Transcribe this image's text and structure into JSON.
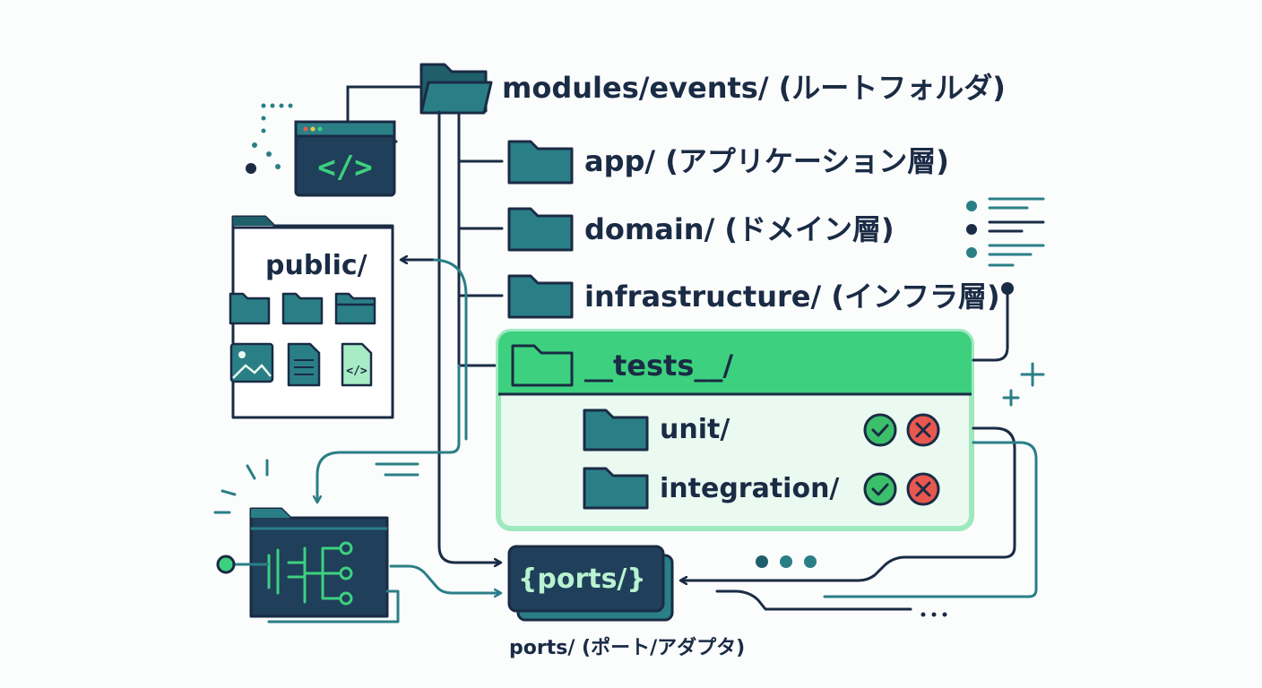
{
  "tree": {
    "root": "modules/events/ (ルートフォルダ)",
    "children": [
      "app/ (アプリケーション層)",
      "domain/ (ドメイン層)",
      "infrastructure/ (インフラ層)"
    ],
    "tests": {
      "label": "__tests__/",
      "children": [
        "unit/",
        "integration/"
      ]
    }
  },
  "public_folder": {
    "label": "public/"
  },
  "ports": {
    "card_label": "{ports/}",
    "caption": "ports/ (ポート/アダプタ)"
  },
  "code_window": {
    "glyph": "</>"
  },
  "file_code_glyph": "</>",
  "colors": {
    "navy": "#1a2b45",
    "teal": "#2a7f86",
    "teal_dark": "#1f5f6b",
    "green": "#3dd17f",
    "green_light": "#eafaf1",
    "check": "#3bbf6a",
    "cross": "#e8584f"
  },
  "icons": [
    "folder-icon",
    "code-window-icon",
    "image-file-icon",
    "document-icon",
    "code-file-icon",
    "check-icon",
    "cross-icon",
    "plus-icon",
    "list-icon",
    "circuit-icon"
  ]
}
